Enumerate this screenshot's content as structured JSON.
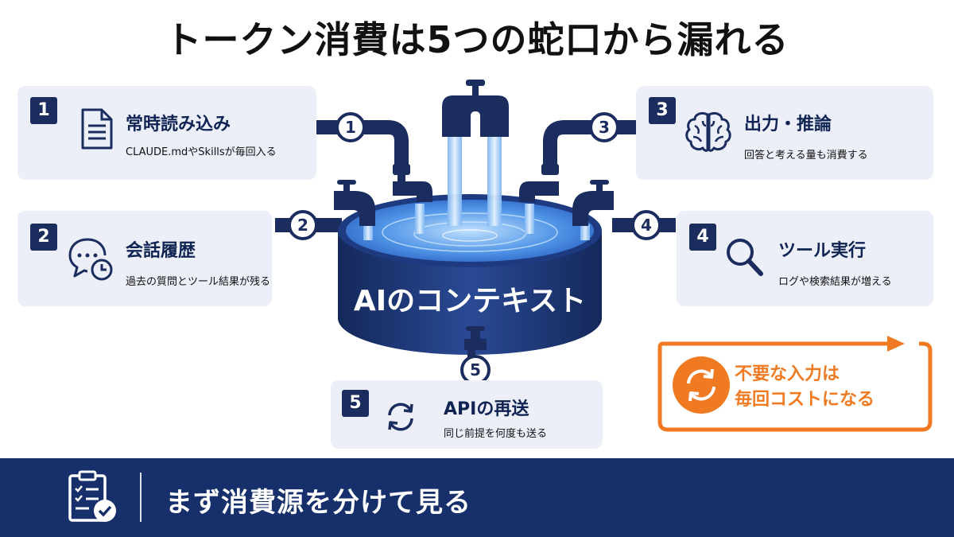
{
  "title": "トークン消費は5つの蛇口から漏れる",
  "container_label": "AIのコンテキスト",
  "sources": [
    {
      "number": "1",
      "title": "常時読み込み",
      "description": "CLAUDE.mdやSkillsが毎回入る",
      "icon": "document-icon"
    },
    {
      "number": "2",
      "title": "会話履歴",
      "description": "過去の質問とツール結果が残る",
      "icon": "chat-clock-icon"
    },
    {
      "number": "3",
      "title": "出力・推論",
      "description": "回答と考える量も消費する",
      "icon": "brain-icon"
    },
    {
      "number": "4",
      "title": "ツール実行",
      "description": "ログや検索結果が増える",
      "icon": "search-icon"
    },
    {
      "number": "5",
      "title": "APIの再送",
      "description": "同じ前提を何度も送る",
      "icon": "refresh-icon"
    }
  ],
  "callout": {
    "line1": "不要な入力は",
    "line2": "毎回コストになる",
    "color": "#f07a22"
  },
  "footer": {
    "text": "まず消費源を分けて見る",
    "icon": "checklist-icon"
  },
  "colors": {
    "navy": "#17306b",
    "card": "#eceef8",
    "water": "#4a8fe0",
    "orange": "#f07a22"
  }
}
